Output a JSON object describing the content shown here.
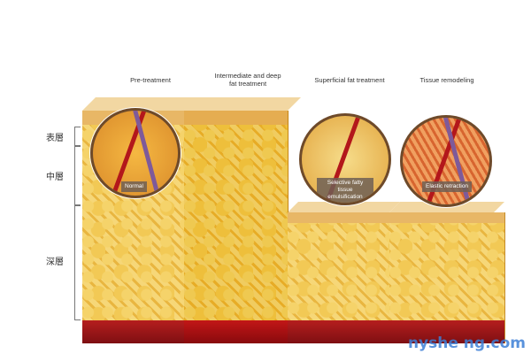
{
  "headers": [
    "Pre-treatment",
    "Intermediate and deep fat treatment",
    "Superficial fat treatment",
    "Tissue remodeling"
  ],
  "layers": {
    "epidermis": "表層",
    "middle": "中層",
    "deep": "深層"
  },
  "callouts": {
    "normal": "Normal",
    "emulsification": "Selective fatty tissue emulsification",
    "retraction": "Elastic retraction"
  },
  "watermark": "nyshe ng.com"
}
